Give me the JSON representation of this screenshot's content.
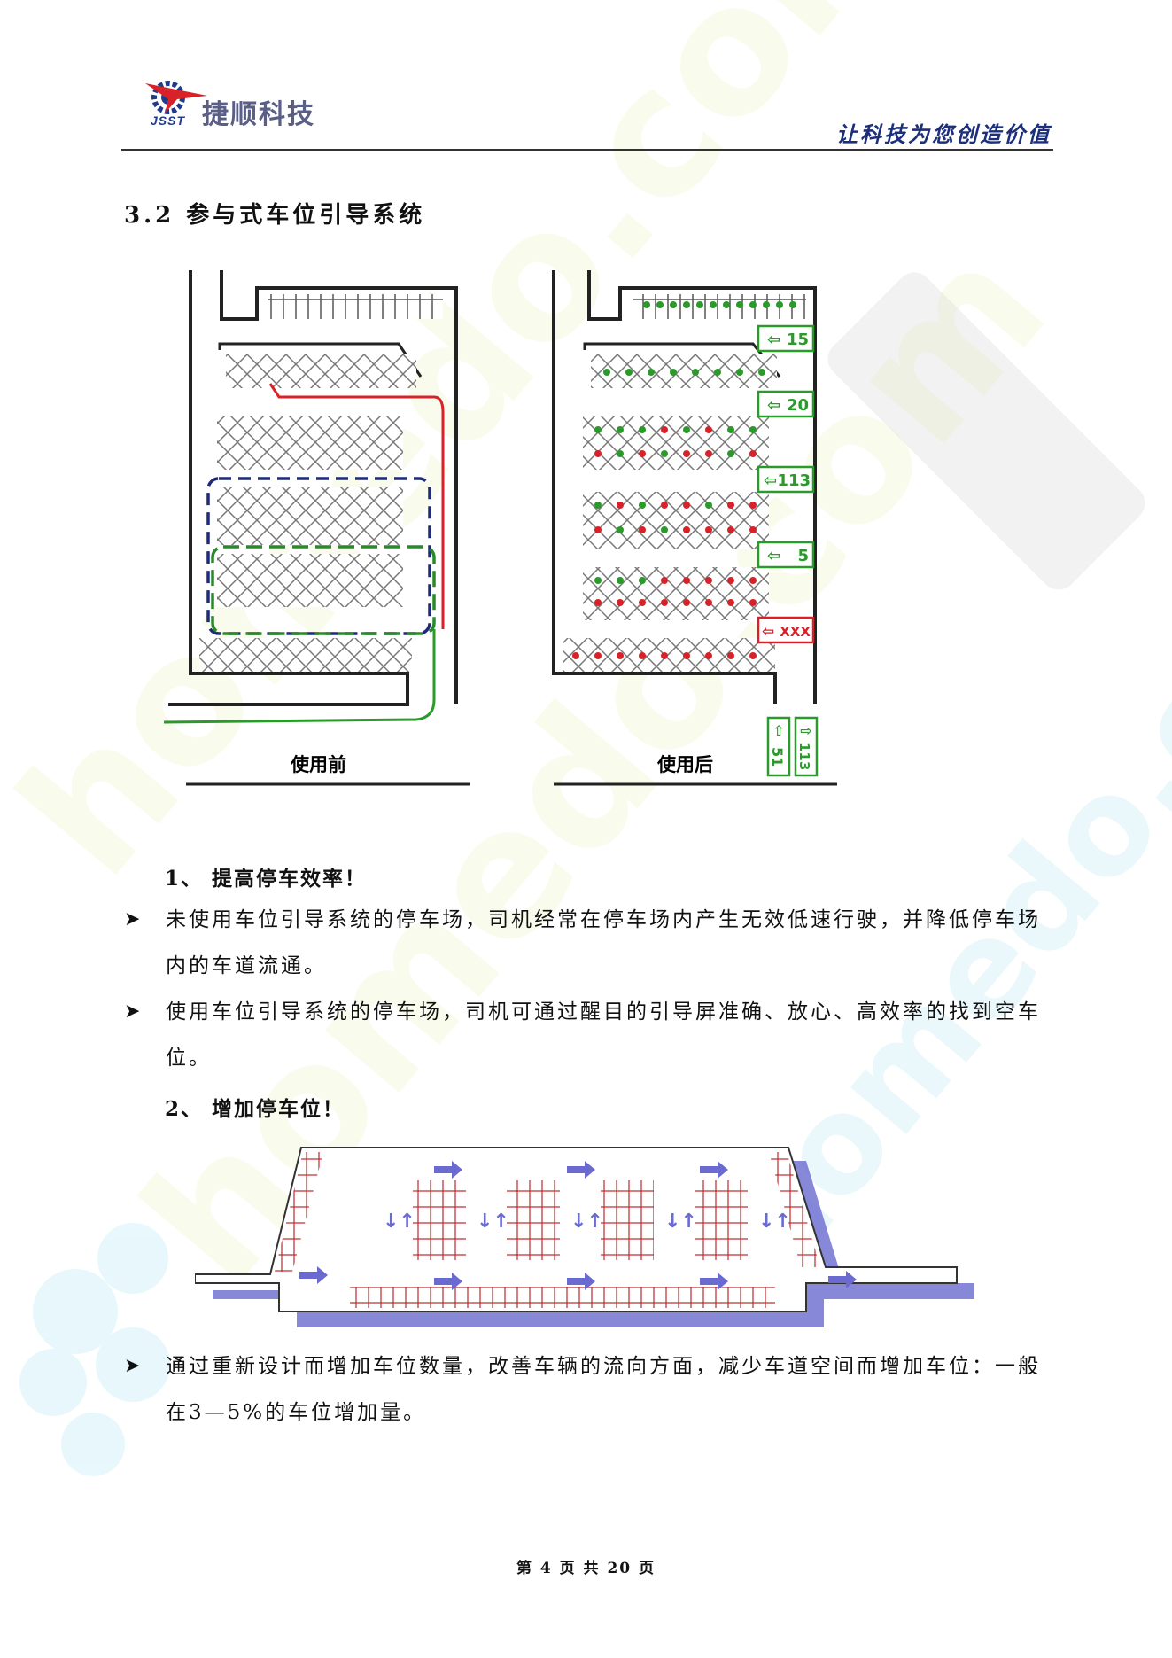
{
  "header": {
    "company_name": "捷顺科技",
    "company_abbr": "JSST",
    "slogan": "让科技为您创造价值"
  },
  "section": {
    "title": "3.2 参与式车位引导系统"
  },
  "diagram_top": {
    "before_label": "使用前",
    "after_label": "使用后",
    "signs": [
      "15",
      "20",
      "113",
      "5",
      "XXX"
    ],
    "entrance_signs": [
      "51",
      "113"
    ]
  },
  "point1": {
    "heading": "1、 提高停车效率！",
    "bullets": [
      "未使用车位引导系统的停车场，司机经常在停车场内产生无效低速行驶，并降低停车场内的车道流通。",
      "使用车位引导系统的停车场，司机可通过醒目的引导屏准确、放心、高效率的找到空车位。"
    ]
  },
  "point2": {
    "heading": "2、 增加停车位！",
    "bullets": [
      "通过重新设计而增加车位数量，改善车辆的流向方面，减少车道空间而增加车位：一般在3—5%的车位增加量。"
    ]
  },
  "footer": {
    "page_number": "第 4 页 共 20 页"
  },
  "icons": {
    "bullet": "arrowhead-bullet-icon",
    "logo": "gear-plane-logo-icon"
  }
}
